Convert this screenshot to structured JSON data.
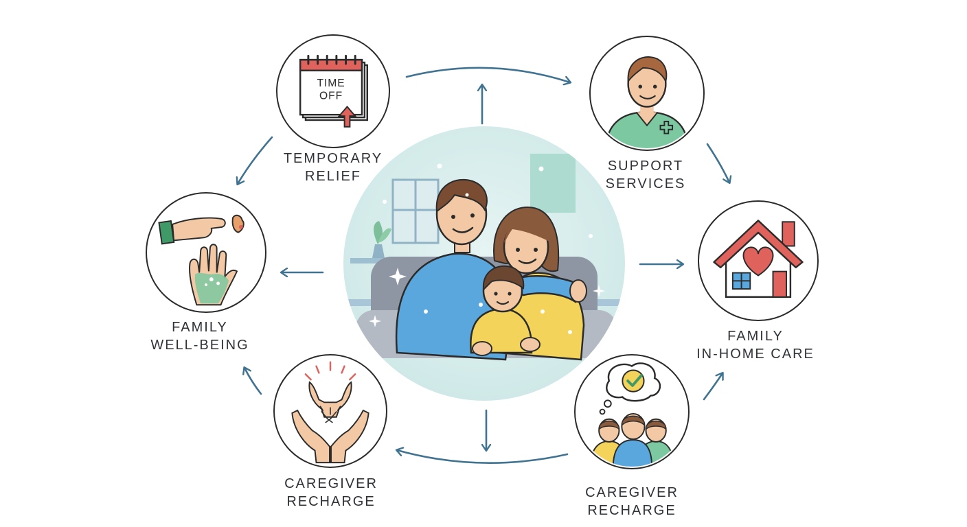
{
  "colors": {
    "arrow": "#3f7391",
    "outline": "#2b2b2b",
    "center_bg": "#d4ecec",
    "accent_red": "#e0625c",
    "accent_green": "#7cc8a0",
    "accent_yellow": "#f3d35a",
    "accent_blue": "#5aa7dd"
  },
  "nodes": {
    "temporary_relief": {
      "icon": "calendar-time-off-icon",
      "calendar_text": [
        "TIME",
        "OFF"
      ],
      "label": [
        "TEMPORARY",
        "RELIEF"
      ]
    },
    "support_services": {
      "icon": "nurse-icon",
      "label": [
        "SUPPORT",
        "SERVICES"
      ]
    },
    "family_in_home_care": {
      "icon": "house-heart-icon",
      "label": [
        "FAMILY",
        "IN-HOME CARE"
      ]
    },
    "caregiver_recharge_right": {
      "icon": "group-checkmark-thought-icon",
      "label": [
        "CAREGIVER",
        "RECHARGE"
      ]
    },
    "caregiver_recharge_left": {
      "icon": "hands-sparkle-icon",
      "label": [
        "CAREGIVER",
        "RECHARGE"
      ]
    },
    "family_well_being": {
      "icon": "hands-care-icon",
      "label": [
        "FAMILY",
        "WELL-BEING"
      ]
    }
  },
  "center": {
    "icon": "family-on-couch-illustration"
  }
}
